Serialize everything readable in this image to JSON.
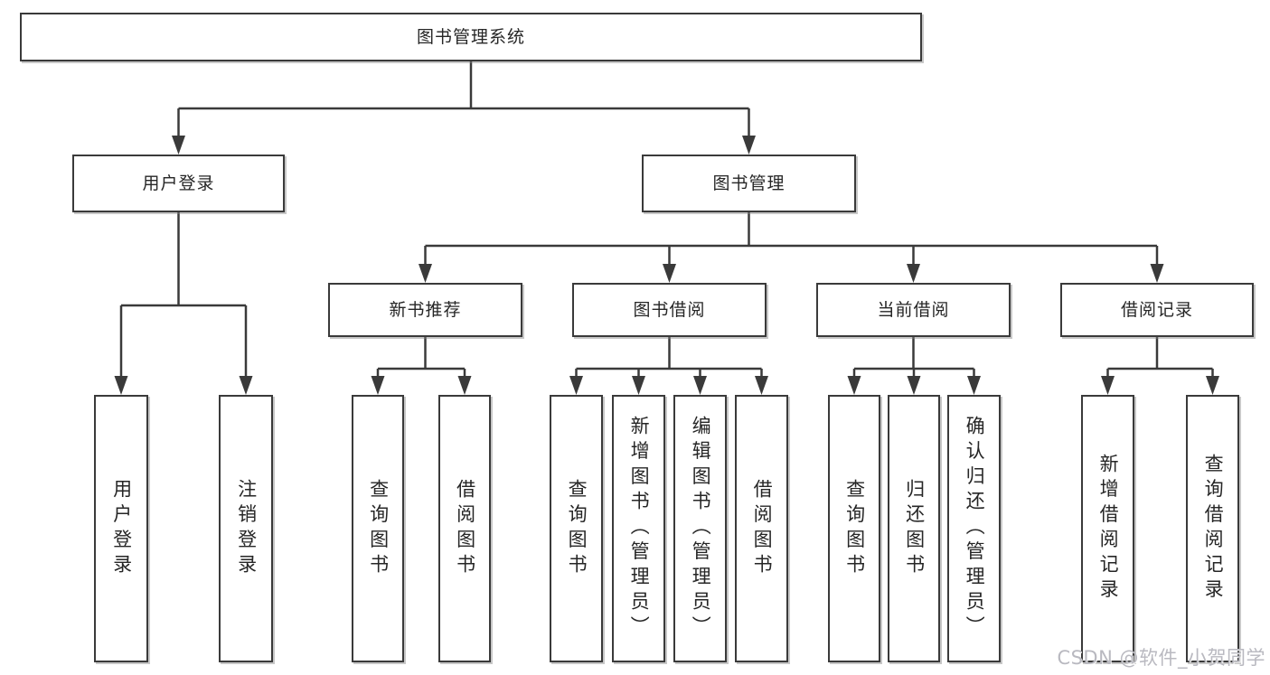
{
  "diagram": {
    "type": "functional-structure-tree",
    "colors": {
      "background": "#ffffff",
      "line": "#3a3a3a",
      "box_border": "#3a3a3a",
      "box_fill": "#ffffff",
      "text": "#262626",
      "watermark": "#b9b9c0"
    },
    "watermark": "CSDN @软件_小贺同学",
    "nodes": {
      "root": {
        "label": "图书管理系统"
      },
      "user_login": {
        "label": "用户登录"
      },
      "book_management": {
        "label": "图书管理"
      },
      "new_book_recommend": {
        "label": "新书推荐"
      },
      "book_borrowing": {
        "label": "图书借阅"
      },
      "current_borrowing": {
        "label": "当前借阅"
      },
      "borrow_records": {
        "label": "借阅记录"
      },
      "leaves": {
        "user_login": {
          "label": "用户登录"
        },
        "logout": {
          "label": "注销登录"
        },
        "recommend_query_books": {
          "label": "查询图书"
        },
        "recommend_borrow_books": {
          "label": "借阅图书"
        },
        "borrowing_query_books": {
          "label": "查询图书"
        },
        "borrowing_add_books_admin": {
          "label": "新增图书（管理员）"
        },
        "borrowing_edit_books_admin": {
          "label": "编辑图书（管理员）"
        },
        "borrowing_borrow_books": {
          "label": "借阅图书"
        },
        "current_query_books": {
          "label": "查询图书"
        },
        "current_return_books": {
          "label": "归还图书"
        },
        "current_confirm_return_admin": {
          "label": "确认归还（管理员）"
        },
        "records_add_borrow_record": {
          "label": "新增借阅记录"
        },
        "records_query_borrow_record": {
          "label": "查询借阅记录"
        }
      }
    },
    "hierarchy": {
      "图书管理系统": {
        "用户登录": [
          "用户登录",
          "注销登录"
        ],
        "图书管理": {
          "新书推荐": [
            "查询图书",
            "借阅图书"
          ],
          "图书借阅": [
            "查询图书",
            "新增图书（管理员）",
            "编辑图书（管理员）",
            "借阅图书"
          ],
          "当前借阅": [
            "查询图书",
            "归还图书",
            "确认归还（管理员）"
          ],
          "借阅记录": [
            "新增借阅记录",
            "查询借阅记录"
          ]
        }
      }
    }
  }
}
